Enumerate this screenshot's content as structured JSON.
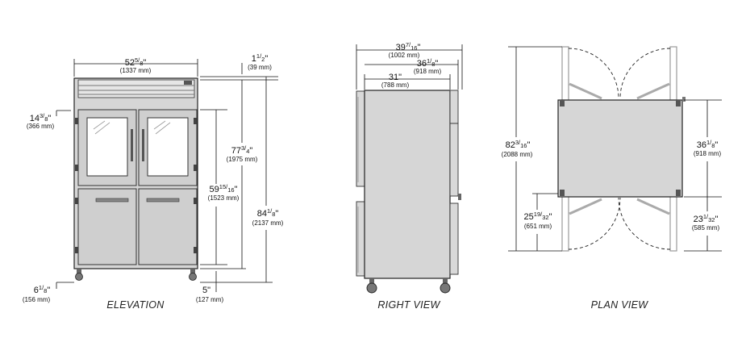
{
  "views": {
    "elevation": {
      "caption": "ELEVATION",
      "width": {
        "inch": "52",
        "frac_num": "5",
        "frac_den": "8",
        "mm": "(1337 mm)"
      },
      "top_offset": {
        "inch": "1",
        "frac_num": "1",
        "frac_den": "2",
        "mm": "(39 mm)"
      },
      "upper_height": {
        "inch": "14",
        "frac_num": "3",
        "frac_den": "8",
        "mm": "(366 mm)"
      },
      "cabinet_height": {
        "inch": "77",
        "frac_num": "3",
        "frac_den": "4",
        "mm": "(1975 mm)"
      },
      "door_height": {
        "inch": "59",
        "frac_num": "15",
        "frac_den": "16",
        "mm": "(1523 mm)"
      },
      "overall_height": {
        "inch": "84",
        "frac_num": "1",
        "frac_den": "8",
        "mm": "(2137 mm)"
      },
      "caster_left": {
        "inch": "6",
        "frac_num": "1",
        "frac_den": "8",
        "mm": "(156 mm)"
      },
      "caster_bottom": {
        "inch": "5",
        "frac_num": "",
        "frac_den": "",
        "mm": "(127 mm)"
      }
    },
    "right": {
      "caption": "RIGHT VIEW",
      "overall_depth": {
        "inch": "39",
        "frac_num": "7",
        "frac_den": "16",
        "mm": "(1002 mm)"
      },
      "depth_with_doors": {
        "inch": "36",
        "frac_num": "1",
        "frac_den": "8",
        "mm": "(918 mm)"
      },
      "cabinet_depth": {
        "inch": "31",
        "frac_num": "",
        "frac_den": "",
        "mm": "(788 mm)"
      }
    },
    "plan": {
      "caption": "PLAN VIEW",
      "overall_depth": {
        "inch": "82",
        "frac_num": "3",
        "frac_den": "16",
        "mm": "(2088 mm)"
      },
      "cabinet_depth": {
        "inch": "36",
        "frac_num": "1",
        "frac_den": "8",
        "mm": "(918 mm)"
      },
      "door_swing_left": {
        "inch": "25",
        "frac_num": "19",
        "frac_den": "32",
        "mm": "(651 mm)"
      },
      "door_swing_right": {
        "inch": "23",
        "frac_num": "1",
        "frac_den": "32",
        "mm": "(585 mm)"
      }
    }
  }
}
